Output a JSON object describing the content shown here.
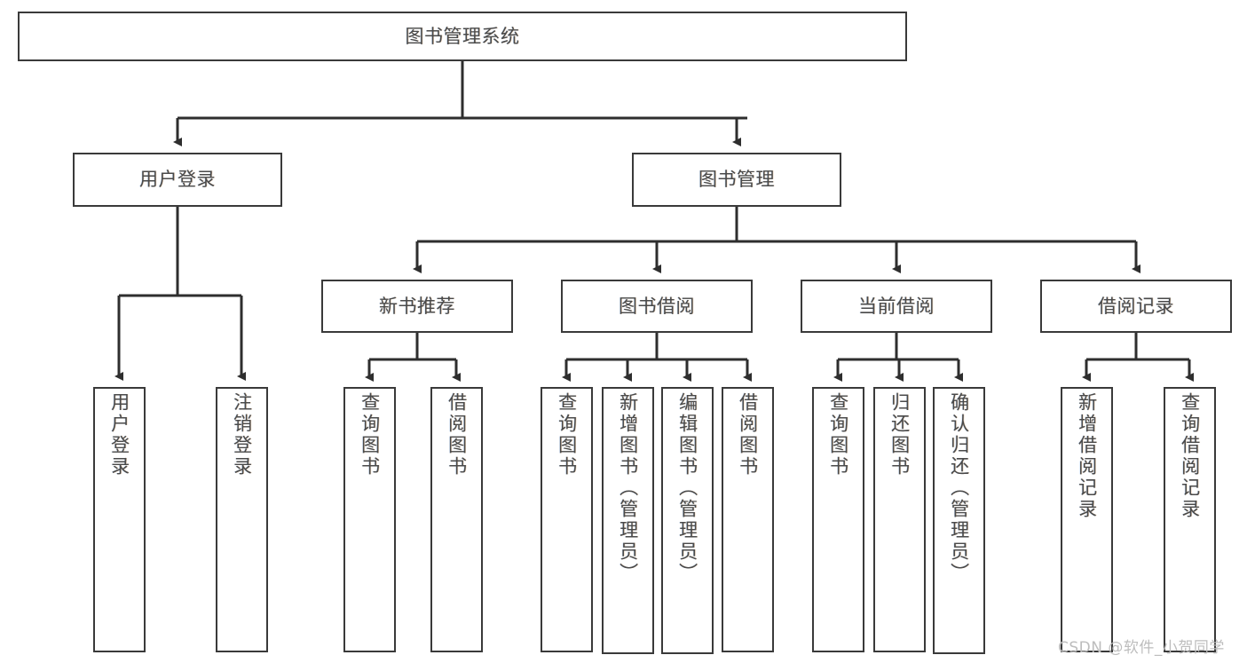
{
  "diagram": {
    "title": "图书管理系统",
    "type": "tree-hierarchy-diagram",
    "orientation": "top-down",
    "colors": {
      "box_border": "#3a3a3a",
      "box_fill": "#ffffff",
      "connector": "#2e2e2e",
      "text": "#4a4a4a",
      "background": "#ffffff",
      "watermark": "#bdbdbd"
    }
  },
  "watermark": {
    "text": "CSDN @软件_小贺同学"
  },
  "nodes": {
    "root": {
      "label": "图书管理系统"
    },
    "level1": [
      {
        "label": "用户登录"
      },
      {
        "label": "图书管理"
      }
    ],
    "level2": [
      {
        "label": "新书推荐"
      },
      {
        "label": "图书借阅"
      },
      {
        "label": "当前借阅"
      },
      {
        "label": "借阅记录"
      }
    ],
    "leaves": {
      "user_login": [
        {
          "label": "用户登录"
        },
        {
          "label": "注销登录"
        }
      ],
      "new_book_recommend": [
        {
          "label": "查询图书"
        },
        {
          "label": "借阅图书"
        }
      ],
      "book_borrow": [
        {
          "label": "查询图书"
        },
        {
          "label": "新增图书（管理员）"
        },
        {
          "label": "编辑图书（管理员）"
        },
        {
          "label": "借阅图书"
        }
      ],
      "current_borrow": [
        {
          "label": "查询图书"
        },
        {
          "label": "归还图书"
        },
        {
          "label": "确认归还（管理员）"
        }
      ],
      "borrow_record": [
        {
          "label": "新增借阅记录"
        },
        {
          "label": "查询借阅记录"
        }
      ]
    }
  }
}
